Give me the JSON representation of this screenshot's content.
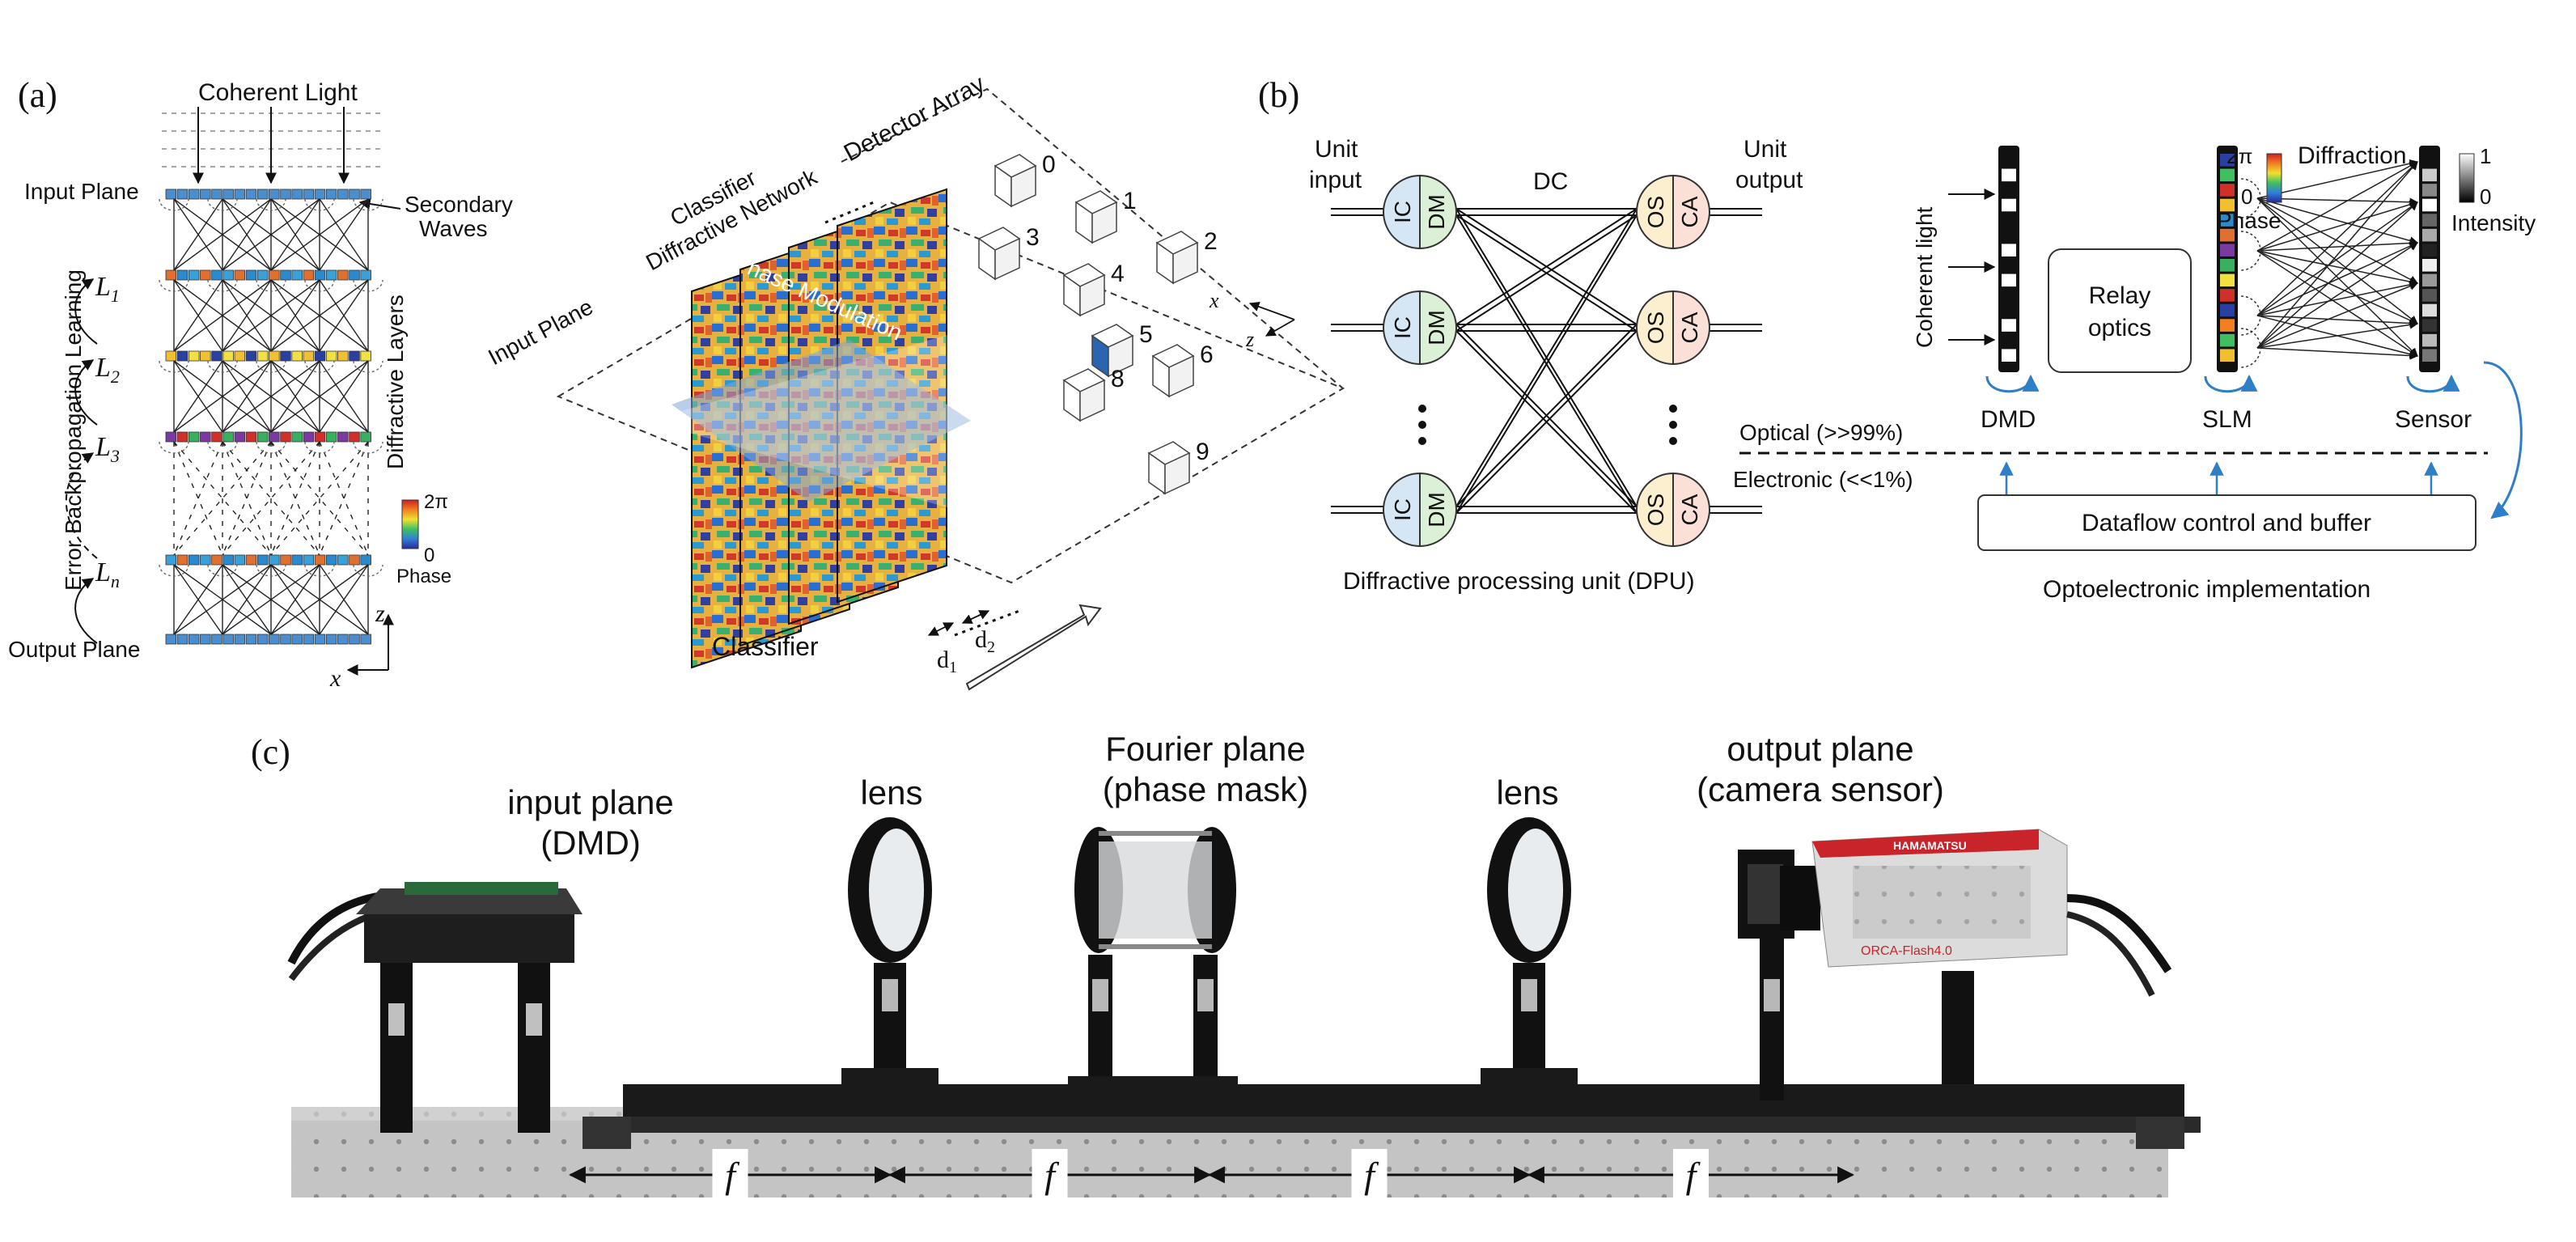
{
  "panel_a": {
    "label": "(a)",
    "coherent_light": "Coherent Light",
    "input_plane": "Input Plane",
    "secondary_waves": [
      "Secondary",
      "Waves"
    ],
    "layers": [
      "L1",
      "L2",
      "L3",
      "Ln"
    ],
    "layer_subscripts": [
      "1",
      "2",
      "3",
      "n"
    ],
    "output_plane": "Output Plane",
    "diffractive_layers": "Diffractive Layers",
    "error_backprop": "Error Backpropagation Learning",
    "phase_scale_top": "2π",
    "phase_scale_bottom": "0",
    "phase_label": "Phase",
    "axis_z": "z",
    "axis_x": "x",
    "input_plane_3d": "Input Plane",
    "classifier_top": "Classifier",
    "diffractive_network": "Diffractive Network",
    "phase_modulation": "Phase Modulation",
    "detector_array": "Detector Array",
    "classifier_bottom": "Classifier",
    "d1": "d",
    "d1_sub": "1",
    "d2": "d",
    "d2_sub": "2",
    "detectors": [
      "0",
      "1",
      "2",
      "3",
      "4",
      "5",
      "6",
      "8",
      "9"
    ],
    "axis3d_x": "x",
    "axis3d_z": "z"
  },
  "panel_b": {
    "label": "(b)",
    "unit_input": [
      "Unit",
      "input"
    ],
    "unit_output": [
      "Unit",
      "output"
    ],
    "dc": "DC",
    "ic": "IC",
    "dm": "DM",
    "os": "OS",
    "ca": "CA",
    "dpu_caption": "Diffractive processing unit (DPU)",
    "coherent_light": "Coherent light",
    "relay_optics": [
      "Relay",
      "optics"
    ],
    "phase_top": "2π",
    "phase_bottom": "0",
    "phase_label": "Phase",
    "diffraction": "Diffraction",
    "intensity_top": "1",
    "intensity_bottom": "0",
    "intensity_label": "Intensity",
    "dmd": "DMD",
    "slm": "SLM",
    "sensor": "Sensor",
    "optical": "Optical (>>99%)",
    "electronic": "Electronic (<<1%)",
    "dataflow": "Dataflow control and buffer",
    "opto_caption": "Optoelectronic implementation"
  },
  "panel_c": {
    "label": "(c)",
    "input_plane": [
      "input plane",
      "(DMD)"
    ],
    "lens1": "lens",
    "fourier_plane": [
      "Fourier plane",
      "(phase mask)"
    ],
    "lens2": "lens",
    "output_plane": [
      "output plane",
      "(camera sensor)"
    ],
    "focal": [
      "f",
      "f",
      "f",
      "f"
    ],
    "camera_brand": "HAMAMATSU",
    "camera_model": "ORCA-Flash4.0"
  },
  "colors": {
    "ic_fill": "#d5e6f5",
    "dm_fill": "#dcf0d8",
    "os_fill": "#fbefcf",
    "ca_fill": "#fbe0d8",
    "accent_blue": "#2f7fc8",
    "rail": "#1a1a1a",
    "table": "#c9c9c9"
  }
}
